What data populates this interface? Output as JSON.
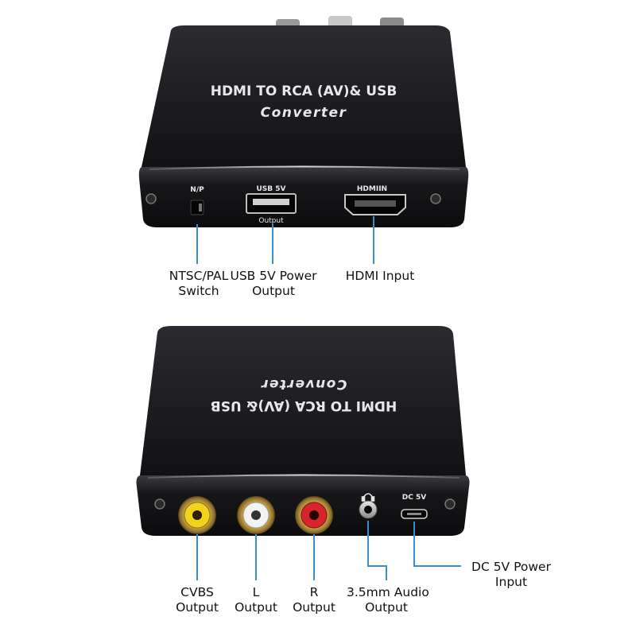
{
  "device": {
    "top_title": "HDMI TO RCA (AV)& USB",
    "top_subtitle": "Converter",
    "bottom_title": "HDMI TO RCA (AV)& USB",
    "bottom_subtitle": "Converter"
  },
  "port_labels": {
    "np": "N/P",
    "usb": "USB 5V",
    "usb_output": "Output",
    "hdmi": "HDMIIN",
    "dc": "DC 5V"
  },
  "callouts": {
    "ntsc_pal": [
      "NTSC/PAL",
      "Switch"
    ],
    "usb_power": [
      "USB 5V Power",
      "Output"
    ],
    "hdmi_input": [
      "HDMI Input"
    ],
    "cvbs": [
      "CVBS",
      "Output"
    ],
    "l": [
      "L",
      "Output"
    ],
    "r": [
      "R",
      "Output"
    ],
    "audio": [
      "3.5mm Audio",
      "Output"
    ],
    "dc_power": [
      "DC 5V Power",
      "Input"
    ]
  },
  "colors": {
    "leader_line": "#3a8fc9",
    "rca_yellow": "#f2d21b",
    "rca_white": "#f2f2f2",
    "rca_red": "#d8242c",
    "body": "#1c1c20"
  },
  "icons": [
    "headphone-icon",
    "screw-icon"
  ]
}
